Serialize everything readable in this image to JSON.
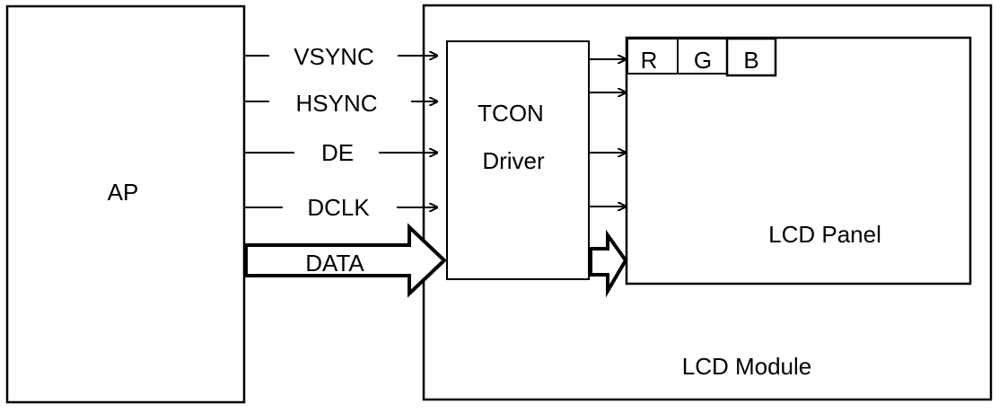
{
  "blocks": {
    "ap": "AP",
    "module": "LCD Module",
    "tcon_line1": "TCON",
    "tcon_line2": "Driver",
    "panel": "LCD Panel",
    "subpixels": [
      "R",
      "G",
      "B"
    ]
  },
  "signals": {
    "vsync": "VSYNC",
    "hsync": "HSYNC",
    "de": "DE",
    "dclk": "DCLK",
    "data": "DATA"
  },
  "colors": {
    "line": "#000000",
    "background": "#ffffff"
  }
}
